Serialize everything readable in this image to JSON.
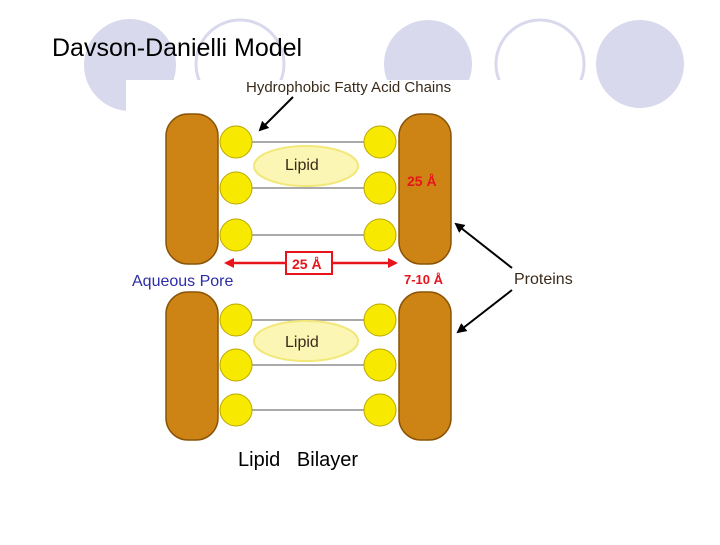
{
  "slide": {
    "title": "Davson-Danielli Model",
    "caption": "Lipid   Bilayer"
  },
  "diagram": {
    "label_chains": "Hydrophobic Fatty Acid Chains",
    "label_lipid_top": "Lipid",
    "label_lipid_bottom": "Lipid",
    "label_pore_width": "25 Å",
    "label_protein_thickness": "25 Å",
    "label_gap": "7-10 Å",
    "label_pore": "Aqueous Pore",
    "label_proteins": "Proteins"
  },
  "colors": {
    "decor_circle": "#d9d9ee",
    "protein": "#cd8414",
    "protein_edge": "#8a5406",
    "lipid_head": "#f8e900",
    "lipid_head_edge": "#b9a800",
    "lipid_blob": "#fbf6b4",
    "arrow_red": "#e8141b",
    "pore_text": "#2c2ca6",
    "dark_text": "#3a2a1a"
  }
}
